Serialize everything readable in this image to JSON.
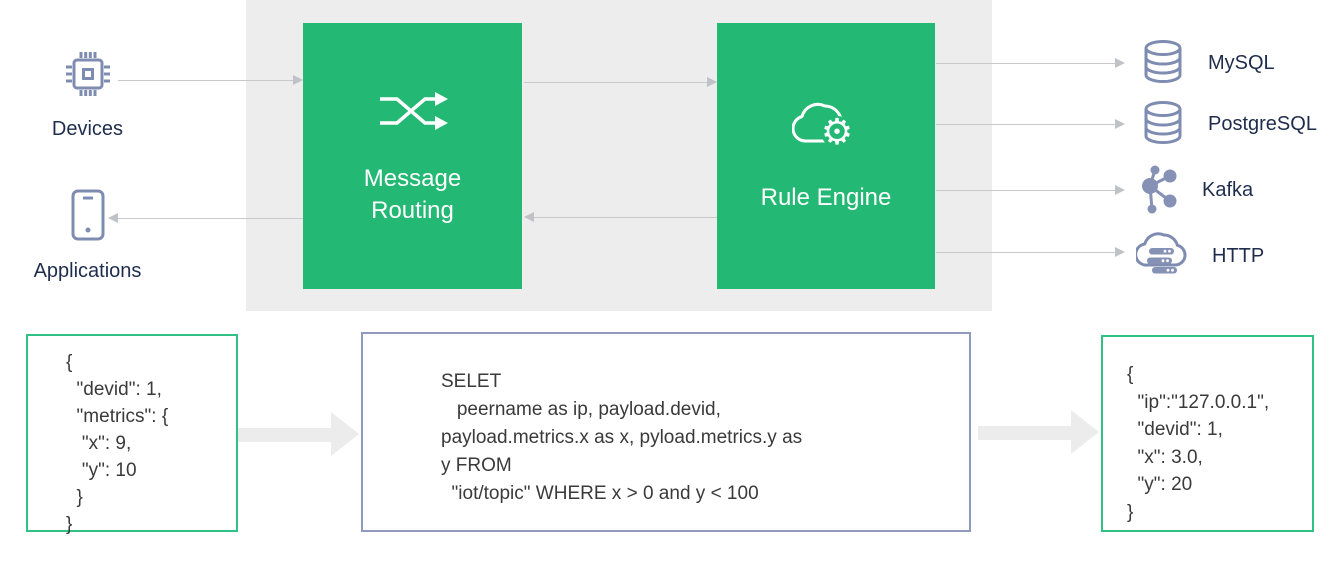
{
  "colors": {
    "accent_green": "#23b873",
    "panel_gray": "#ededee",
    "icon_slate": "#8290b5",
    "code_border_green": "#2fc186",
    "code_border_slate": "#8f9abc",
    "label_navy": "#1f2d4d",
    "code_text": "#3a3a3a",
    "arrow_gray": "#c7c9cc",
    "block_arrow_gray": "#ececec"
  },
  "sources": {
    "devices": {
      "label": "Devices",
      "icon": "cpu-chip-icon"
    },
    "applications": {
      "label": "Applications",
      "icon": "smartphone-icon"
    }
  },
  "pipeline": {
    "message_routing": {
      "line1": "Message",
      "line2": "Routing",
      "icon": "shuffle-icon"
    },
    "rule_engine": {
      "label": "Rule Engine",
      "icon": "cloud-gear-icon"
    }
  },
  "sinks": [
    {
      "label": "MySQL",
      "icon": "database-icon"
    },
    {
      "label": "PostgreSQL",
      "icon": "database-icon"
    },
    {
      "label": "Kafka",
      "icon": "share-nodes-icon"
    },
    {
      "label": "HTTP",
      "icon": "cloud-server-icon"
    }
  ],
  "code_panels": {
    "input_json": {
      "code": "{\n  \"devid\": 1,\n  \"metrics\": {\n   \"x\": 9,\n   \"y\": 10\n  }\n}"
    },
    "rule_sql": {
      "code": "SELET\n   peername as ip, payload.devid,\npayload.metrics.x as x, pyload.metrics.y as\ny FROM\n  \"iot/topic\" WHERE x > 0 and y < 100"
    },
    "output_json": {
      "code": "{\n  \"ip\":\"127.0.0.1\",\n  \"devid\": 1,\n  \"x\": 3.0,\n  \"y\": 20\n}"
    }
  }
}
